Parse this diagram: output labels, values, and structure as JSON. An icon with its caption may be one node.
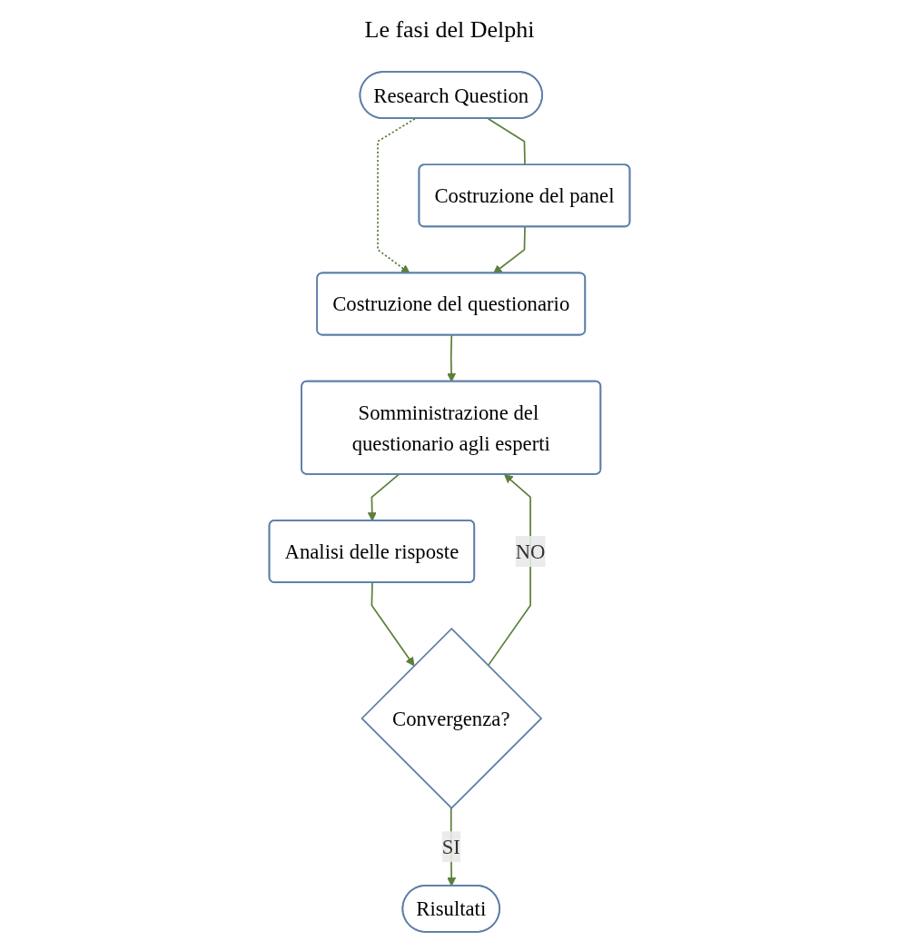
{
  "diagram": {
    "title": "Le fasi del Delphi",
    "nodes": [
      {
        "text": [
          "Research Question"
        ]
      },
      {
        "text": [
          "Costruzione del panel"
        ]
      },
      {
        "text": [
          "Costruzione del questionario"
        ]
      },
      {
        "text": [
          "Somministrazione del questionario agli esperti"
        ]
      },
      {
        "text": [
          "Analisi delle risposte"
        ]
      },
      {
        "text": [
          "Convergenza?"
        ]
      },
      {
        "text": [
          "Risultati"
        ]
      }
    ],
    "edges": [
      {
        "from": 0,
        "to": 1,
        "arrow": "none"
      },
      {
        "from": 0,
        "to": 2,
        "arrow": "to",
        "style": "dashed"
      },
      {
        "from": 1,
        "to": 2,
        "arrow": "to"
      },
      {
        "from": 2,
        "to": 3,
        "arrow": "to"
      },
      {
        "from": 3,
        "to": 4,
        "arrow": "to"
      },
      {
        "from": 4,
        "to": 5,
        "arrow": "to"
      },
      {
        "from": 5,
        "to": 6,
        "arrow": "to",
        "label": "SI"
      },
      {
        "from": 5,
        "to": 3,
        "arrow": "to",
        "label": "NO"
      }
    ]
  }
}
